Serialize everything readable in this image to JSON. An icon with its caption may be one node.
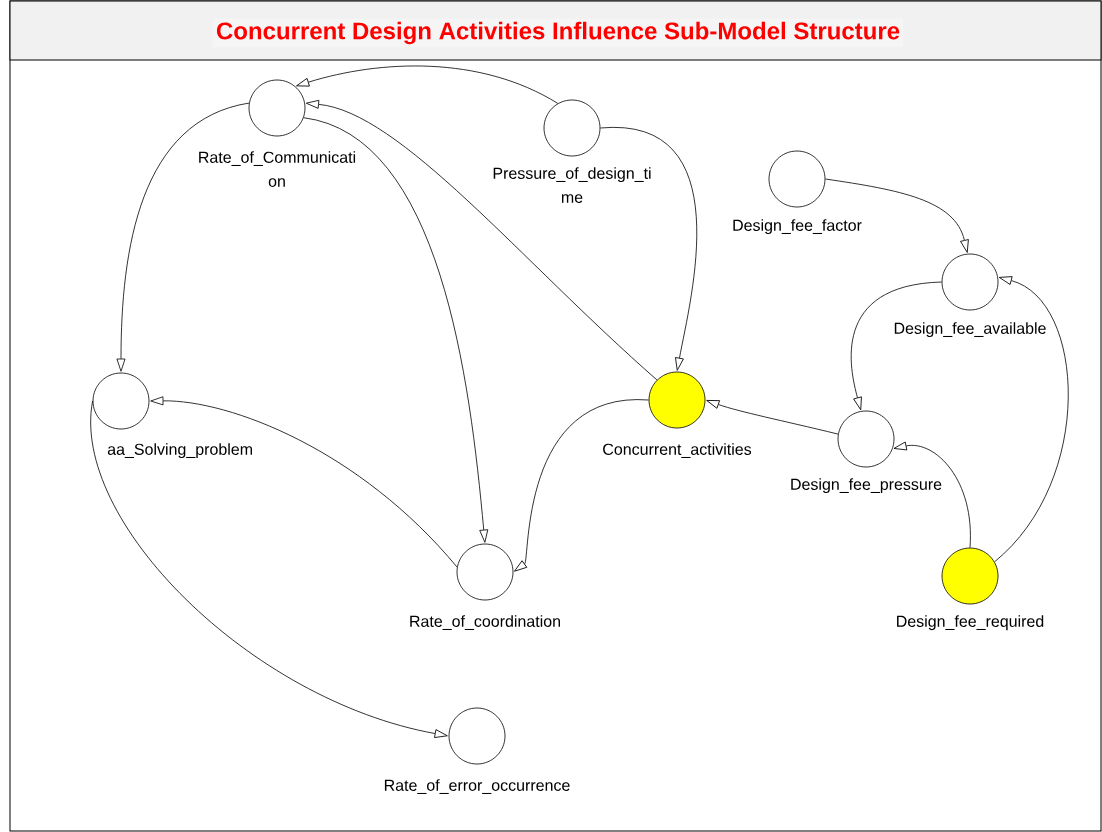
{
  "diagram": {
    "title": "Concurrent Design Activities Influence Sub-Model Structure",
    "nodes": [
      {
        "text": [
          "Rate_of_Communicati on"
        ]
      },
      {
        "text": [
          "Pressure_of_design_ti me"
        ]
      },
      {
        "text": [
          "Design_fee_factor"
        ]
      },
      {
        "text": [
          "Design_fee_available"
        ]
      },
      {
        "text": [
          "aa_Solving_problem"
        ]
      },
      {
        "text": [
          "Concurrent_activities"
        ]
      },
      {
        "text": [
          "Design_fee_pressure"
        ]
      },
      {
        "text": [
          "Rate_of_coordination"
        ]
      },
      {
        "text": [
          "Design_fee_required"
        ]
      },
      {
        "text": [
          "Rate_of_error_occurrence"
        ]
      }
    ],
    "edges": [
      {
        "from": 1,
        "to": 0,
        "arrow": "to"
      },
      {
        "from": 5,
        "to": 0,
        "arrow": "to"
      },
      {
        "from": 1,
        "to": 5,
        "arrow": "to"
      },
      {
        "from": 0,
        "to": 4,
        "arrow": "to"
      },
      {
        "from": 0,
        "to": 7,
        "arrow": "to"
      },
      {
        "from": 5,
        "to": 7,
        "arrow": "to"
      },
      {
        "from": 7,
        "to": 4,
        "arrow": "to"
      },
      {
        "from": 4,
        "to": 9,
        "arrow": "to"
      },
      {
        "from": 2,
        "to": 3,
        "arrow": "to"
      },
      {
        "from": 3,
        "to": 6,
        "arrow": "to"
      },
      {
        "from": 6,
        "to": 5,
        "arrow": "to"
      },
      {
        "from": 8,
        "to": 6,
        "arrow": "to"
      },
      {
        "from": 8,
        "to": 3,
        "arrow": "to"
      }
    ]
  }
}
